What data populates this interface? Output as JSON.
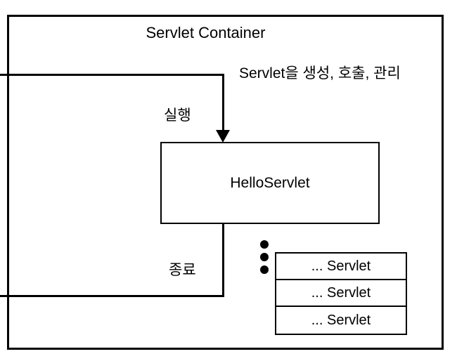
{
  "diagram": {
    "title": "Servlet Container",
    "note": "Servlet을 생성, 호출, 관리",
    "main_servlet": {
      "label": "HelloServlet"
    },
    "flows": [
      {
        "id": "run",
        "label": "실행",
        "direction": "in-down",
        "arrow": true
      },
      {
        "id": "end",
        "label": "종료",
        "direction": "down-out",
        "arrow": false
      }
    ],
    "labels": {
      "run": "실행",
      "end": "종료"
    },
    "ellipsis_dots": 3,
    "servlet_stack": [
      {
        "label": "... Servlet"
      },
      {
        "label": "... Servlet"
      },
      {
        "label": "... Servlet"
      }
    ],
    "colors": {
      "stroke": "#000000",
      "background": "#ffffff",
      "text": "#000000"
    }
  }
}
